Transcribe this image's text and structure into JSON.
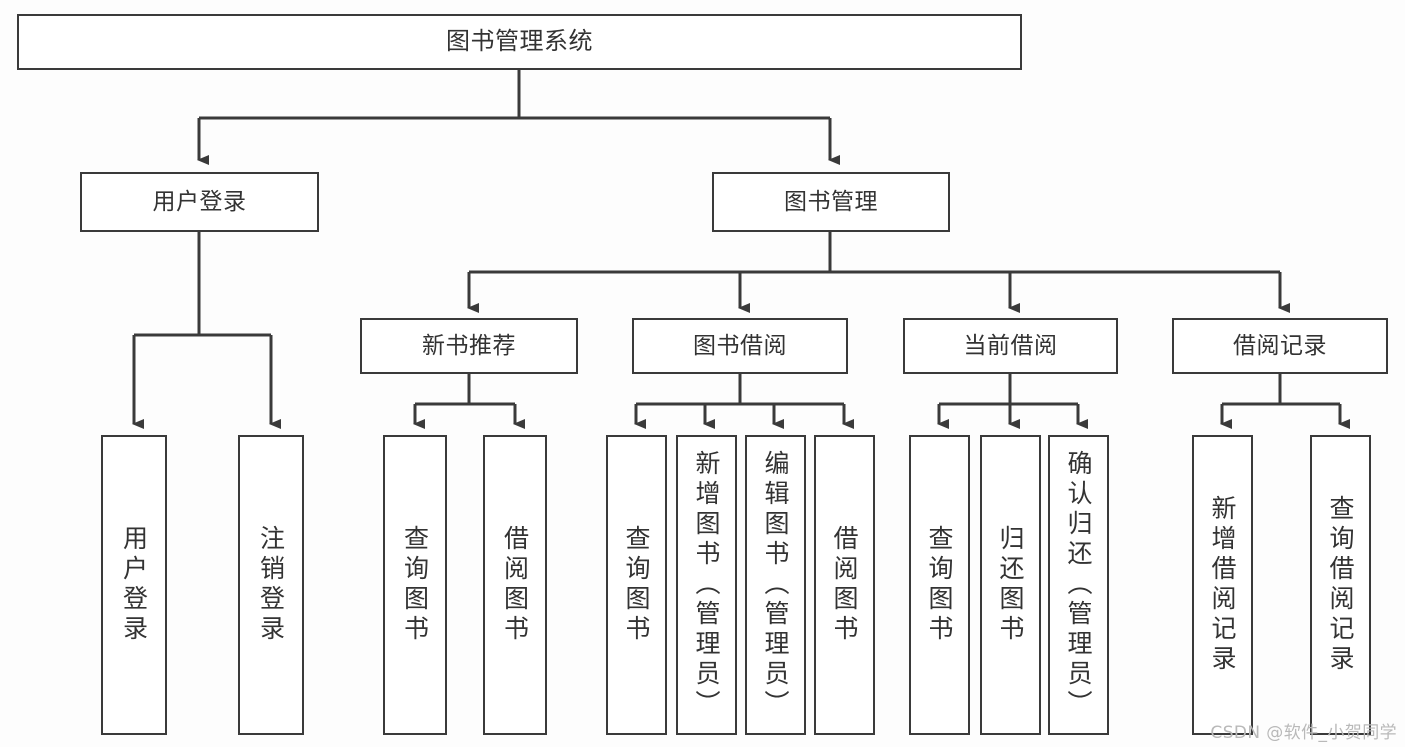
{
  "diagram": {
    "type": "tree",
    "title": "图书管理系统",
    "orientation": "top-down",
    "colors": {
      "background": "#fdfdfd",
      "node_fill": "#ffffff",
      "node_border": "#3a3a3a",
      "text": "#333333",
      "connector": "#3a3a3a",
      "watermark": "#b9b9b9"
    }
  },
  "nodes": {
    "root": {
      "label": "图书管理系统"
    },
    "level2": [
      {
        "id": "user-login",
        "label": "用户登录"
      },
      {
        "id": "book-manage",
        "label": "图书管理"
      }
    ],
    "level3": [
      {
        "id": "new-book-recommend",
        "label": "新书推荐"
      },
      {
        "id": "book-borrow",
        "label": "图书借阅"
      },
      {
        "id": "current-borrow",
        "label": "当前借阅"
      },
      {
        "id": "borrow-record",
        "label": "借阅记录"
      }
    ],
    "leaves": {
      "user-login": [
        {
          "id": "leaf-user-login",
          "label": "用户登录"
        },
        {
          "id": "leaf-logout",
          "label": "注销登录"
        }
      ],
      "new-book-recommend": [
        {
          "id": "leaf-query-book-1",
          "label": "查询图书"
        },
        {
          "id": "leaf-borrow-book-1",
          "label": "借阅图书"
        }
      ],
      "book-borrow": [
        {
          "id": "leaf-query-book-2",
          "label": "查询图书"
        },
        {
          "id": "leaf-add-book",
          "label": "新增图书（管理员）"
        },
        {
          "id": "leaf-edit-book",
          "label": "编辑图书（管理员）"
        },
        {
          "id": "leaf-borrow-book-2",
          "label": "借阅图书"
        }
      ],
      "current-borrow": [
        {
          "id": "leaf-query-book-3",
          "label": "查询图书"
        },
        {
          "id": "leaf-return-book",
          "label": "归还图书"
        },
        {
          "id": "leaf-confirm-return",
          "label": "确认归还（管理员）"
        }
      ],
      "borrow-record": [
        {
          "id": "leaf-add-record",
          "label": "新增借阅记录"
        },
        {
          "id": "leaf-query-record",
          "label": "查询借阅记录"
        }
      ]
    }
  },
  "watermark": {
    "text": "CSDN @软件_小贺同学"
  }
}
